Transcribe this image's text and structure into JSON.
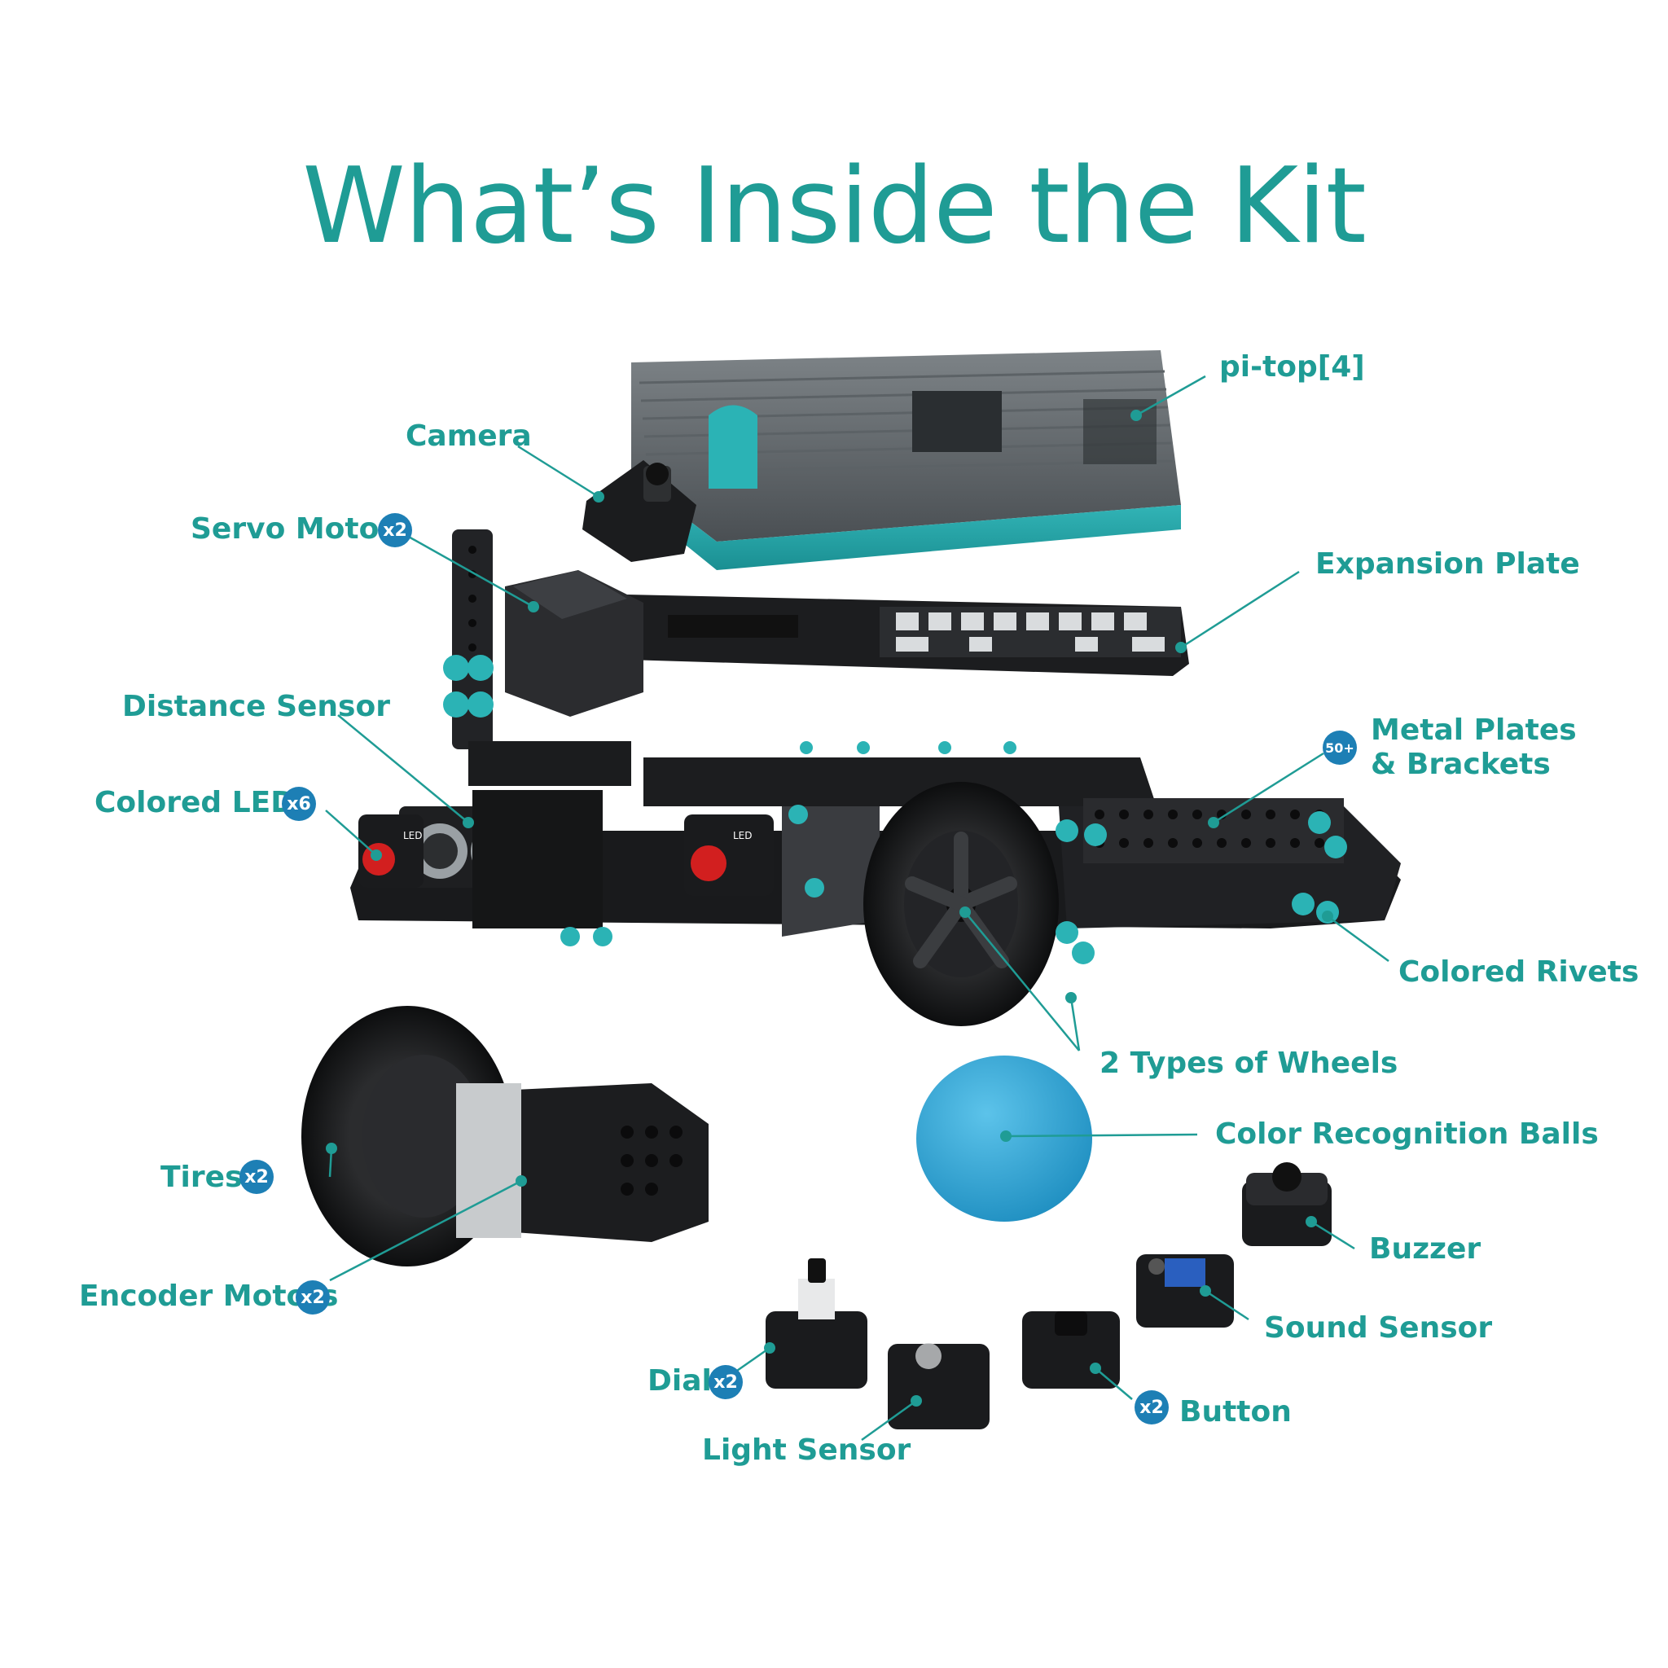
{
  "title": "What’s Inside the Kit",
  "colors": {
    "accent": "#1f9c95",
    "badge": "#1d7fb5",
    "teal_part": "#2bb3b5",
    "body_dark": "#1e1f21",
    "led_red": "#d21f1f",
    "ball_blue": "#2aa3d4"
  },
  "callouts": [
    {
      "label": "pi-top[4]",
      "badge": ""
    },
    {
      "label": "Camera",
      "badge": ""
    },
    {
      "label": "Servo Motors",
      "badge": "x2"
    },
    {
      "label": "Expansion Plate",
      "badge": ""
    },
    {
      "label": "Distance Sensor",
      "badge": ""
    },
    {
      "label": "Metal Plates",
      "label2": "& Brackets",
      "badge": "50+"
    },
    {
      "label": "Colored LEDs",
      "badge": "x6"
    },
    {
      "label": "Colored Rivets",
      "badge": ""
    },
    {
      "label": "2 Types of Wheels",
      "badge": ""
    },
    {
      "label": "Color Recognition Balls",
      "badge": ""
    },
    {
      "label": "Tires",
      "badge": "x2"
    },
    {
      "label": "Buzzer",
      "badge": ""
    },
    {
      "label": "Sound Sensor",
      "badge": ""
    },
    {
      "label": "Encoder Motors",
      "badge": "x2"
    },
    {
      "label": "Dial",
      "badge": "x2"
    },
    {
      "label": "Button",
      "badge": "x2"
    },
    {
      "label": "Light Sensor",
      "badge": ""
    }
  ],
  "part_markings": {
    "led": "LED"
  }
}
